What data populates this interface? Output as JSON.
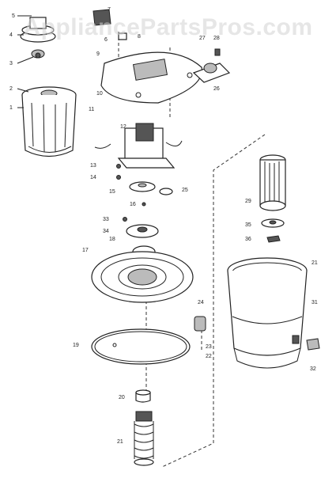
{
  "watermark": "AppliancePartsPros.com",
  "diagram": {
    "callouts": [
      "5",
      "4",
      "3",
      "2",
      "1",
      "6",
      "7",
      "8",
      "9",
      "10",
      "11",
      "12",
      "13",
      "14",
      "15",
      "16",
      "17",
      "18",
      "19",
      "20",
      "21",
      "22",
      "23",
      "24",
      "25",
      "26",
      "27",
      "28",
      "29",
      "31",
      "32",
      "33",
      "34",
      "35",
      "36",
      "21"
    ]
  }
}
